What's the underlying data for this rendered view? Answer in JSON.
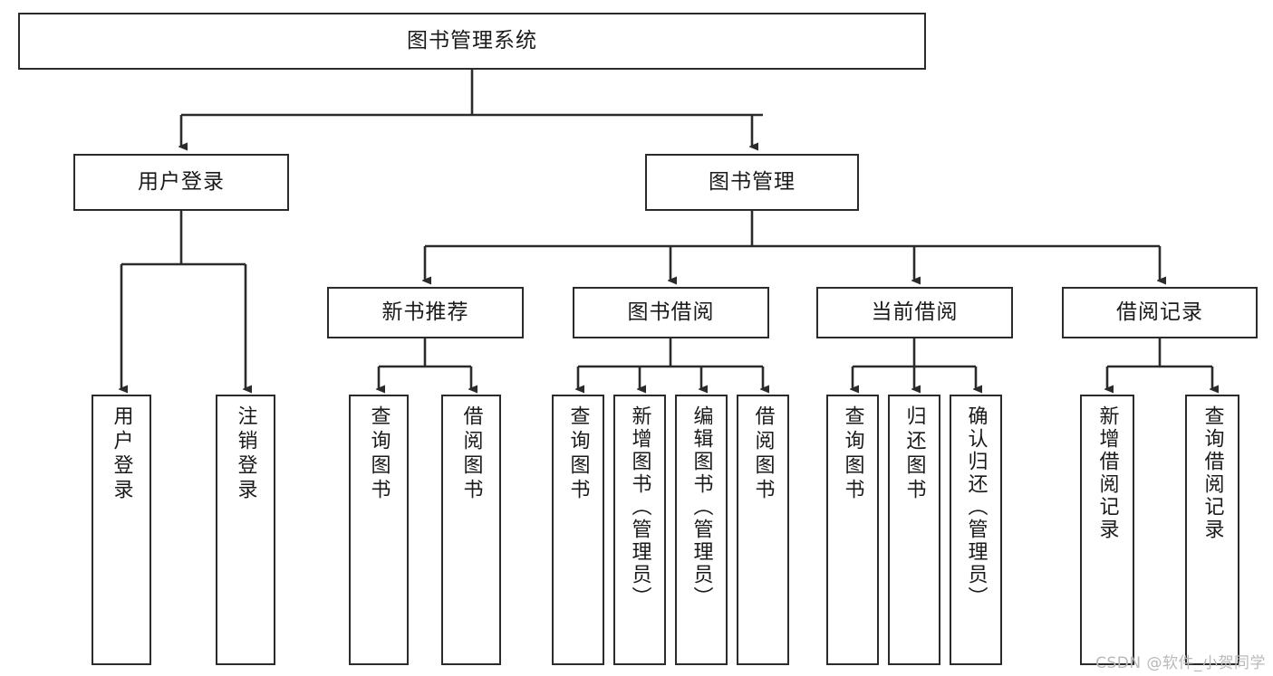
{
  "diagram": {
    "type": "tree-hierarchy",
    "title": "图书管理系统",
    "watermark": "CSDN @软件_小贺同学",
    "colors": {
      "stroke": "#2b2b2b",
      "fill": "#ffffff",
      "text": "#1a1a1a",
      "watermark": "#b9b9b9"
    },
    "nodes": {
      "root": {
        "label": "图书管理系统",
        "level": 0
      },
      "user_login": {
        "label": "用户登录",
        "level": 1
      },
      "book_manage": {
        "label": "图书管理",
        "level": 1
      },
      "new_book_rec": {
        "label": "新书推荐",
        "level": 2
      },
      "book_borrow": {
        "label": "图书借阅",
        "level": 2
      },
      "current_borrow": {
        "label": "当前借阅",
        "level": 2
      },
      "borrow_record": {
        "label": "借阅记录",
        "level": 2
      },
      "leaf_user_login": {
        "label": "用户登录",
        "level": 3
      },
      "leaf_logout": {
        "label": "注销登录",
        "level": 3
      },
      "leaf_query_book_1": {
        "label": "查询图书",
        "level": 3
      },
      "leaf_borrow_book_1": {
        "label": "借阅图书",
        "level": 3
      },
      "leaf_query_book_2": {
        "label": "查询图书",
        "level": 3
      },
      "leaf_add_book_admin": {
        "label": "新增图书（管理员）",
        "level": 3
      },
      "leaf_edit_book_admin": {
        "label": "编辑图书（管理员）",
        "level": 3
      },
      "leaf_borrow_book_2": {
        "label": "借阅图书",
        "level": 3
      },
      "leaf_query_book_3": {
        "label": "查询图书",
        "level": 3
      },
      "leaf_return_book": {
        "label": "归还图书",
        "level": 3
      },
      "leaf_confirm_return_admin": {
        "label": "确认归还（管理员）",
        "level": 3
      },
      "leaf_add_record": {
        "label": "新增借阅记录",
        "level": 3
      },
      "leaf_query_record": {
        "label": "查询借阅记录",
        "level": 3
      }
    },
    "edges": [
      {
        "from": "root",
        "to": "user_login"
      },
      {
        "from": "root",
        "to": "book_manage"
      },
      {
        "from": "user_login",
        "to": "leaf_user_login"
      },
      {
        "from": "user_login",
        "to": "leaf_logout"
      },
      {
        "from": "book_manage",
        "to": "new_book_rec"
      },
      {
        "from": "book_manage",
        "to": "book_borrow"
      },
      {
        "from": "book_manage",
        "to": "current_borrow"
      },
      {
        "from": "book_manage",
        "to": "borrow_record"
      },
      {
        "from": "new_book_rec",
        "to": "leaf_query_book_1"
      },
      {
        "from": "new_book_rec",
        "to": "leaf_borrow_book_1"
      },
      {
        "from": "book_borrow",
        "to": "leaf_query_book_2"
      },
      {
        "from": "book_borrow",
        "to": "leaf_add_book_admin"
      },
      {
        "from": "book_borrow",
        "to": "leaf_edit_book_admin"
      },
      {
        "from": "book_borrow",
        "to": "leaf_borrow_book_2"
      },
      {
        "from": "current_borrow",
        "to": "leaf_query_book_3"
      },
      {
        "from": "current_borrow",
        "to": "leaf_return_book"
      },
      {
        "from": "current_borrow",
        "to": "leaf_confirm_return_admin"
      },
      {
        "from": "borrow_record",
        "to": "leaf_add_record"
      },
      {
        "from": "borrow_record",
        "to": "leaf_query_record"
      }
    ]
  }
}
